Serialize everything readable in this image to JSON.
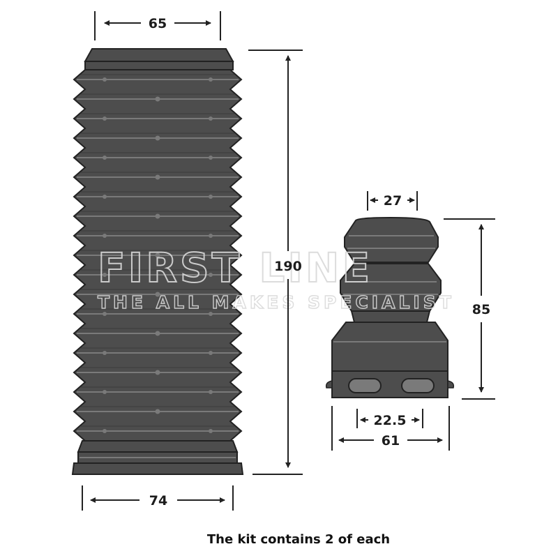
{
  "watermark": {
    "brand": "FIRST LINE",
    "tagline": "THE ALL MAKES SPECIALIST"
  },
  "boot": {
    "top_diameter": "65",
    "bottom_diameter": "74",
    "length": "190"
  },
  "bump_stop": {
    "top_diameter": "27",
    "height": "85",
    "inner_diameter": "22.5",
    "base_diameter": "61"
  },
  "caption": "The kit contains 2 of each",
  "colors": {
    "part_fill": "#4d4d4d",
    "part_highlight": "#7a7a7a",
    "line": "#222222",
    "watermark": "#d9d9d9"
  }
}
